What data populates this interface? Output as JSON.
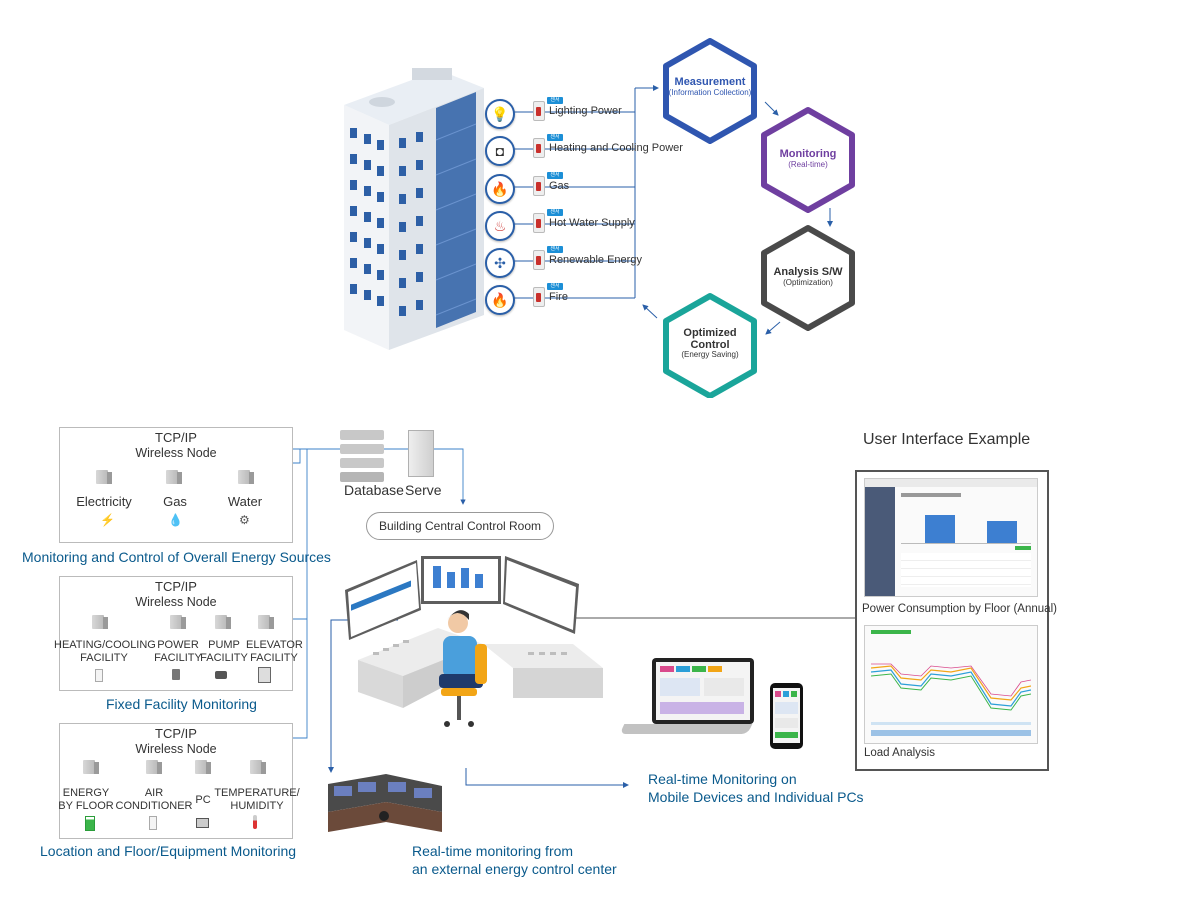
{
  "sensors": [
    {
      "label": "Lighting Power",
      "tag": "센서",
      "icon_name": "light-bulb-icon"
    },
    {
      "label": "Heating and Cooling Power",
      "tag": "센서",
      "icon_name": "ceiling-unit-icon"
    },
    {
      "label": "Gas",
      "tag": "센서",
      "icon_name": "gas-flame-icon"
    },
    {
      "label": "Hot Water Supply",
      "tag": "센서",
      "icon_name": "hot-water-icon"
    },
    {
      "label": "Renewable Energy",
      "tag": "센서",
      "icon_name": "wind-turbine-icon"
    },
    {
      "label": "Fire",
      "tag": "센서",
      "icon_name": "fire-icon"
    }
  ],
  "cycle": [
    {
      "title": "Measurement",
      "sub": "(Information Collection)",
      "color": "#2f56b0"
    },
    {
      "title": "Monitoring",
      "sub": "(Real-time)",
      "color": "#6f3fa0"
    },
    {
      "title": "Analysis S/W",
      "sub": "(Optimization)",
      "color": "#4a4a4a"
    },
    {
      "title": "Optimized Control",
      "sub": "(Energy Saving)",
      "color": "#1aa59a"
    }
  ],
  "groups": [
    {
      "head1": "TCP/IP",
      "head2": "Wireless Node",
      "caption": "Monitoring and Control of Overall Energy Sources",
      "devices": [
        {
          "label": "Electricity",
          "icon": "⚡"
        },
        {
          "label": "Gas",
          "icon": "💧"
        },
        {
          "label": "Water",
          "icon": "⚙"
        }
      ]
    },
    {
      "head1": "TCP/IP",
      "head2": "Wireless Node",
      "caption": "Fixed Facility Monitoring",
      "devices": [
        {
          "line1": "HEATING/COOLING",
          "line2": "FACILITY"
        },
        {
          "line1": "POWER",
          "line2": "FACILITY"
        },
        {
          "line1": "PUMP",
          "line2": "FACILITY"
        },
        {
          "line1": "ELEVATOR",
          "line2": "FACILITY"
        }
      ]
    },
    {
      "head1": "TCP/IP",
      "head2": "Wireless Node",
      "caption": "Location and Floor/Equipment Monitoring",
      "devices": [
        {
          "line1": "ENERGY",
          "line2": "BY FLOOR"
        },
        {
          "line1": "AIR",
          "line2": "CONDITIONER"
        },
        {
          "line1": "PC",
          "line2": ""
        },
        {
          "line1": "TEMPERATURE/",
          "line2": "HUMIDITY"
        }
      ]
    }
  ],
  "server": {
    "database": "Database",
    "serve": "Serve"
  },
  "control_room": "Building Central Control Room",
  "mobile_caption": {
    "line1": "Real-time Monitoring on",
    "line2": "Mobile Devices and Individual PCs"
  },
  "external_caption": {
    "line1": "Real-time monitoring from",
    "line2": "an external energy control center"
  },
  "ui_example": {
    "title": "User Interface Example",
    "shot1_caption": "Power Consumption by Floor (Annual)",
    "shot2_caption": "Load Analysis"
  },
  "colors": {
    "line_blue": "#2a5fa8",
    "caption_blue": "#0a5a8c",
    "building_blue": "#2d5fa6"
  }
}
